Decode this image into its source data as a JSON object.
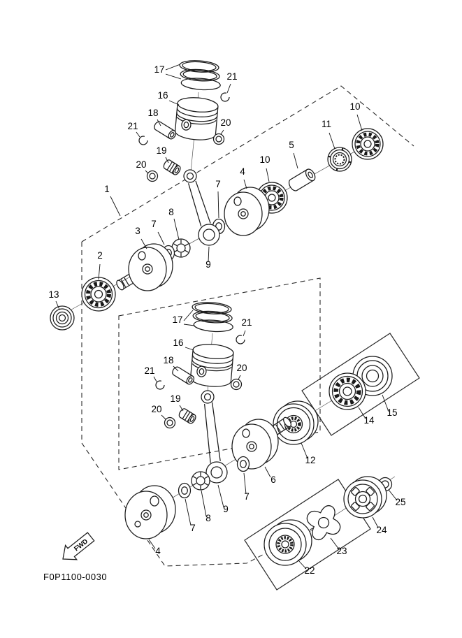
{
  "diagram": {
    "part_code": "F0P1100-0030",
    "fwd_label": "FWD",
    "callouts": [
      "17",
      "21",
      "16",
      "18",
      "21",
      "20",
      "19",
      "20",
      "10",
      "11",
      "5",
      "10",
      "4",
      "7",
      "1",
      "8",
      "7",
      "3",
      "9",
      "2",
      "13",
      "17",
      "21",
      "16",
      "18",
      "21",
      "20",
      "19",
      "20",
      "14",
      "15",
      "12",
      "6",
      "7",
      "9",
      "8",
      "7",
      "4",
      "25",
      "24",
      "23",
      "22"
    ]
  }
}
